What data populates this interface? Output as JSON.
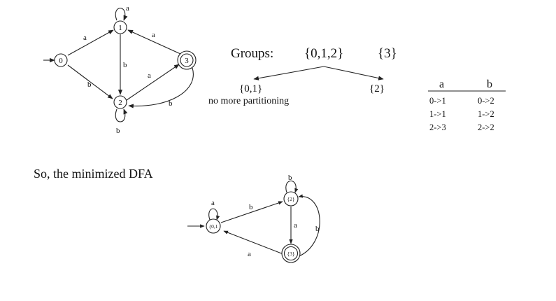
{
  "dfa_original": {
    "states": [
      "0",
      "1",
      "2",
      "3"
    ],
    "start": "0",
    "accepting": [
      "3"
    ],
    "edge_labels": {
      "e01": "a",
      "e02": "b",
      "e11": "a",
      "e12": "b",
      "e22": "b",
      "e23": "a",
      "e31": "a",
      "e32": "b"
    }
  },
  "partition": {
    "groups_label": "Groups:",
    "group_a": "{0,1,2}",
    "group_b": "{3}",
    "sub_a": "{0,1}",
    "sub_b": "{2}",
    "note": "no more partitioning"
  },
  "transition_table": {
    "headers": [
      "a",
      "b"
    ],
    "col_a": [
      "0->1",
      "1->1",
      "2->3"
    ],
    "col_b": [
      "0->2",
      "1->2",
      "2->2"
    ]
  },
  "conclusion": "So, the minimized DFA",
  "dfa_minimized": {
    "states": [
      "{0,1",
      "{2}",
      "{3}"
    ],
    "start": "{0,1",
    "accepting": [
      "{3}"
    ],
    "edge_labels": {
      "m01_self": "a",
      "m01_to_2": "b",
      "m2_self": "b",
      "m2_to_3": "a",
      "m3_to_2": "b",
      "m3_to_01": "a"
    }
  },
  "colors": {
    "ink": "#222222",
    "background": "#ffffff"
  }
}
